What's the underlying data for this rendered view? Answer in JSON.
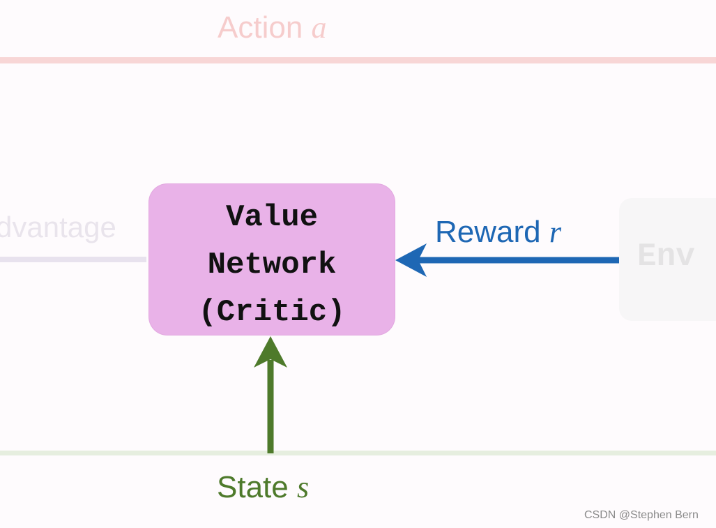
{
  "action": {
    "label": "Action",
    "variable": "a"
  },
  "advantage": {
    "label": "dvantage"
  },
  "value_network": {
    "line1": "Value",
    "line2": "Network",
    "line3": "(Critic)"
  },
  "reward": {
    "label": "Reward",
    "variable": "r"
  },
  "environment": {
    "label": "Env"
  },
  "state": {
    "label": "State",
    "variable": "s"
  },
  "watermark": "CSDN @Stephen Bern",
  "colors": {
    "action": "#f6cccc",
    "value_box": "#e9b2e8",
    "reward": "#1e67b4",
    "state": "#4e7a2b"
  }
}
